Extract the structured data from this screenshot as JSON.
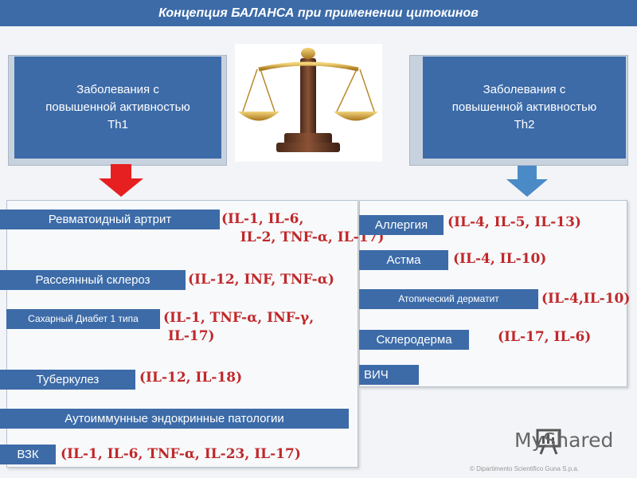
{
  "header": {
    "title": "Концепция БАЛАНСА при применении цитокинов"
  },
  "left_box": {
    "lines": [
      "Заболевания с",
      "повышенной активностью",
      "Th1"
    ]
  },
  "right_box": {
    "lines": [
      "Заболевания с",
      "повышенной активностью",
      "Th2"
    ]
  },
  "colors": {
    "th1_arrow": "#e62020",
    "th2_arrow": "#4a8ac6",
    "tag": "#3c6ba8",
    "cytokine": "#c0282a"
  },
  "th1": [
    {
      "disease": "Ревматоидный артрит",
      "cytokines": "(IL-1, IL-6,\n    IL-2, TNF-α, IL-17)"
    },
    {
      "disease": "Рассеянный склероз",
      "cytokines": "(IL-12, INF, TNF-α)"
    },
    {
      "disease": "Сахарный Диабет 1 типа",
      "cytokines": "(IL-1, TNF-α, INF-γ,\n IL-17)"
    },
    {
      "disease": "Туберкулез",
      "cytokines": "(IL-12, IL-18)"
    },
    {
      "disease": "Аутоиммунные эндокринные патологии",
      "cytokines": ""
    },
    {
      "disease": "ВЗК",
      "cytokines": "(IL-1, IL-6, TNF-α, IL-23, IL-17)"
    }
  ],
  "th2": [
    {
      "disease": "Аллергия",
      "cytokines": "(IL-4, IL-5, IL-13)"
    },
    {
      "disease": "Астма",
      "cytokines": "(IL-4, IL-10)"
    },
    {
      "disease": "Атопический дерматит",
      "cytokines": "(IL-4,IL-10)"
    },
    {
      "disease": "Склеродерма",
      "cytokines": "(IL-17, IL-6)"
    },
    {
      "disease": "ВИЧ",
      "cytokines": ""
    }
  ],
  "watermark": {
    "brand": "MyShared",
    "copyright": "© Dipartimento Scientifico Guna S.p.a."
  }
}
